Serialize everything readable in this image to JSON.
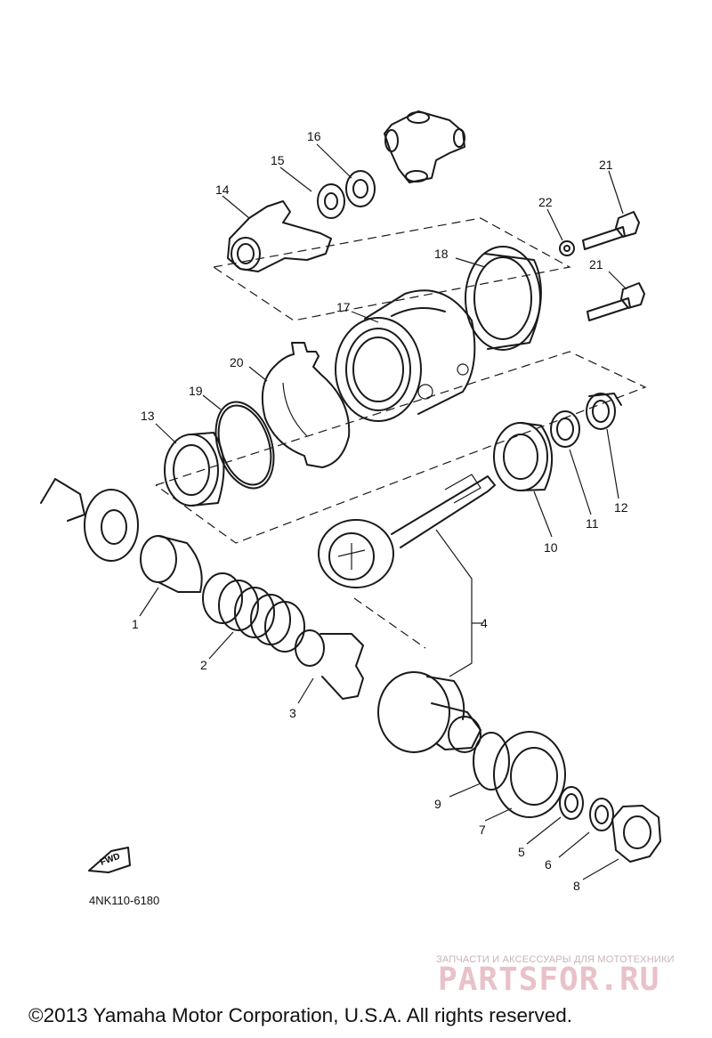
{
  "diagram": {
    "code": "4NK110-6180",
    "fwd_label": "FWD",
    "callouts": [
      {
        "id": "c1",
        "text": "1"
      },
      {
        "id": "c2",
        "text": "2"
      },
      {
        "id": "c3",
        "text": "3"
      },
      {
        "id": "c4",
        "text": "4"
      },
      {
        "id": "c5",
        "text": "5"
      },
      {
        "id": "c6",
        "text": "6"
      },
      {
        "id": "c7",
        "text": "7"
      },
      {
        "id": "c8",
        "text": "8"
      },
      {
        "id": "c9",
        "text": "9"
      },
      {
        "id": "c10",
        "text": "10"
      },
      {
        "id": "c11",
        "text": "11"
      },
      {
        "id": "c12",
        "text": "12"
      },
      {
        "id": "c13",
        "text": "13"
      },
      {
        "id": "c14",
        "text": "14"
      },
      {
        "id": "c15",
        "text": "15"
      },
      {
        "id": "c16",
        "text": "16"
      },
      {
        "id": "c17",
        "text": "17"
      },
      {
        "id": "c18",
        "text": "18"
      },
      {
        "id": "c19",
        "text": "19"
      },
      {
        "id": "c20",
        "text": "20"
      },
      {
        "id": "c21a",
        "text": "21"
      },
      {
        "id": "c21b",
        "text": "21"
      },
      {
        "id": "c22",
        "text": "22"
      }
    ]
  },
  "watermark": {
    "tagline": "ЗАПЧАСТИ И АКСЕССУАРЫ ДЛЯ МОТОТЕХНИКИ",
    "logo": "PARTSFOR.RU"
  },
  "footer": {
    "copyright": "©2013 Yamaha Motor Corporation, U.S.A. All rights reserved."
  }
}
